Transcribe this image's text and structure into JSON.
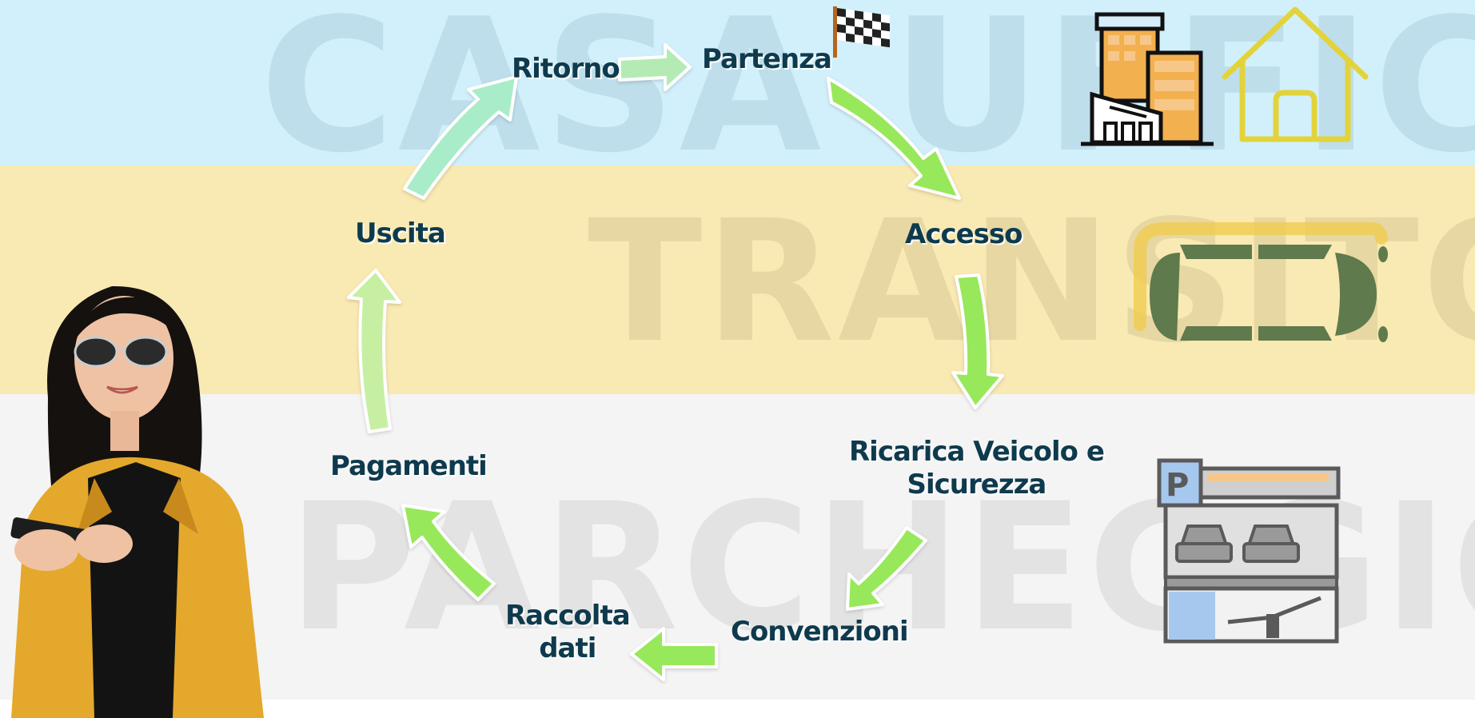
{
  "zones": {
    "home_office": "CASA UFFICIO",
    "transit": "TRANSITO",
    "parking": "PARCHEGGIO"
  },
  "cycle": {
    "partenza": "Partenza",
    "accesso": "Accesso",
    "ricarica_line1": "Ricarica Veicolo e",
    "ricarica_line2": "Sicurezza",
    "convenzioni": "Convenzioni",
    "raccolta_line1": "Raccolta",
    "raccolta_line2": "dati",
    "pagamenti": "Pagamenti",
    "uscita": "Uscita",
    "ritorno": "Ritorno"
  },
  "icons": {
    "flag": "checkered-flag-icon",
    "office": "office-building-icon",
    "house": "house-icon",
    "car": "car-icon",
    "parking": "parking-garage-icon",
    "person": "woman-with-phone-photo"
  },
  "colors": {
    "band_top": "#d2f0fb",
    "band_mid": "#f9e9b3",
    "band_bottom": "#f4f4f4",
    "arrow": "#97e85a",
    "text": "#0e3a4d"
  }
}
